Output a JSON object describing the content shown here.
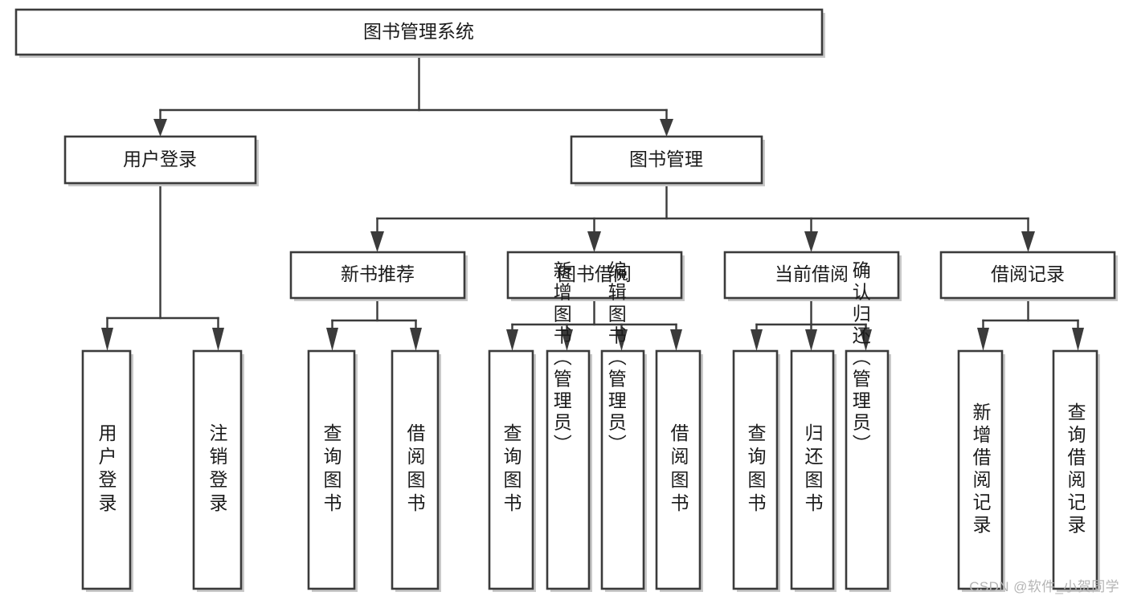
{
  "diagram": {
    "type": "tree",
    "title": "图书管理系统",
    "watermark": "CSDN @软件_小贺同学",
    "colors": {
      "box_stroke": "#3b3b3b",
      "box_fill": "#ffffff",
      "edge": "#3b3b3b",
      "text": "#1b1b1b",
      "watermark": "#b5b5b5",
      "background": "#ffffff"
    },
    "nodes": {
      "root": {
        "label": "图书管理系统",
        "level": 0,
        "orientation": "horizontal"
      },
      "l1": [
        {
          "id": "user-login",
          "label": "用户登录",
          "level": 1,
          "orientation": "horizontal"
        },
        {
          "id": "book-manage",
          "label": "图书管理",
          "level": 1,
          "orientation": "horizontal"
        }
      ],
      "l2": [
        {
          "id": "new-book-recommend",
          "label": "新书推荐",
          "level": 2,
          "orientation": "horizontal",
          "parent": "book-manage"
        },
        {
          "id": "book-borrow",
          "label": "图书借阅",
          "level": 2,
          "orientation": "horizontal",
          "parent": "book-manage"
        },
        {
          "id": "current-borrow",
          "label": "当前借阅",
          "level": 2,
          "orientation": "horizontal",
          "parent": "book-manage"
        },
        {
          "id": "borrow-record",
          "label": "借阅记录",
          "level": 2,
          "orientation": "horizontal",
          "parent": "book-manage"
        }
      ],
      "leaves": [
        {
          "id": "leaf-user-login",
          "label": "用户登录",
          "parent": "user-login",
          "orientation": "vertical"
        },
        {
          "id": "leaf-logout-login",
          "label": "注销登录",
          "parent": "user-login",
          "orientation": "vertical"
        },
        {
          "id": "leaf-query-book-recommend",
          "label": "查询图书",
          "parent": "new-book-recommend",
          "orientation": "vertical"
        },
        {
          "id": "leaf-borrow-book-recommend",
          "label": "借阅图书",
          "parent": "new-book-recommend",
          "orientation": "vertical"
        },
        {
          "id": "leaf-query-book-borrow",
          "label": "查询图书",
          "parent": "book-borrow",
          "orientation": "vertical"
        },
        {
          "id": "leaf-add-book",
          "label": "新增图书（管理员）",
          "parent": "book-borrow",
          "orientation": "vertical"
        },
        {
          "id": "leaf-edit-book",
          "label": "编辑图书（管理员）",
          "parent": "book-borrow",
          "orientation": "vertical"
        },
        {
          "id": "leaf-borrow-book",
          "label": "借阅图书",
          "parent": "book-borrow",
          "orientation": "vertical"
        },
        {
          "id": "leaf-query-book-current",
          "label": "查询图书",
          "parent": "current-borrow",
          "orientation": "vertical"
        },
        {
          "id": "leaf-return-book",
          "label": "归还图书",
          "parent": "current-borrow",
          "orientation": "vertical"
        },
        {
          "id": "leaf-confirm-return",
          "label": "确认归还（管理员）",
          "parent": "current-borrow",
          "orientation": "vertical"
        },
        {
          "id": "leaf-add-borrow-record",
          "label": "新增借阅记录",
          "parent": "borrow-record",
          "orientation": "vertical"
        },
        {
          "id": "leaf-query-borrow-record",
          "label": "查询借阅记录",
          "parent": "borrow-record",
          "orientation": "vertical"
        }
      ]
    }
  }
}
